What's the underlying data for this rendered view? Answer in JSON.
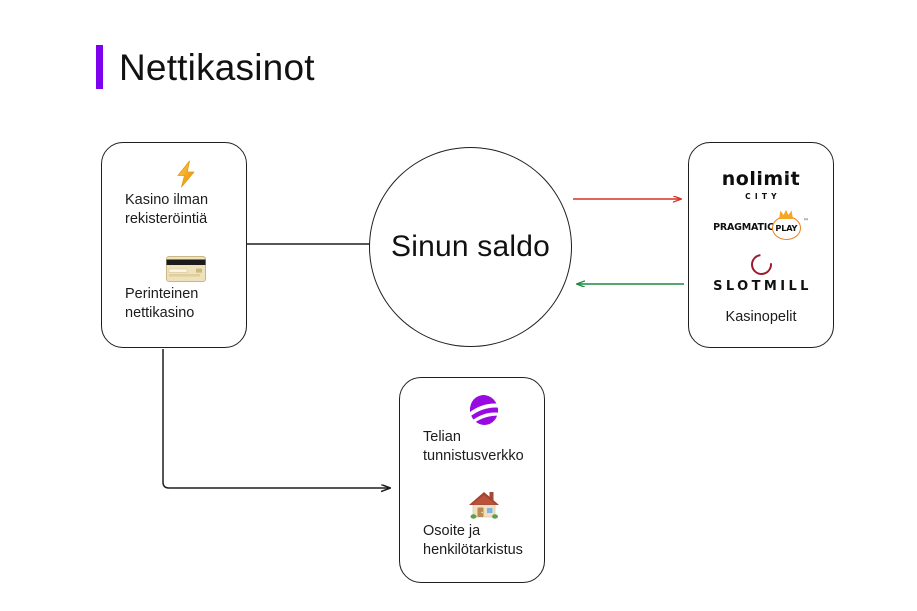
{
  "page": {
    "title": "Nettikasinot",
    "accent_color": "#7d00ef",
    "background": "#ffffff"
  },
  "diagram": {
    "type": "flow-diagram",
    "nodes": [
      {
        "id": "deposit-methods",
        "shape": "rounded-rect",
        "items": [
          {
            "icon": "lightning-bolt-icon",
            "label": "Kasino ilman\nrekisteröintiä"
          },
          {
            "icon": "credit-card-icon",
            "label": "Perinteinen\nnettikasino"
          }
        ]
      },
      {
        "id": "balance",
        "shape": "circle",
        "label": "Sinun\nsaldo"
      },
      {
        "id": "casino-games",
        "shape": "rounded-rect",
        "caption": "Kasinopelit",
        "logos": [
          {
            "icon": "nolimit-city-logo",
            "main": "nolimit",
            "sub": "CITY"
          },
          {
            "icon": "pragmatic-play-logo",
            "word": "PRAGMATIC",
            "badge": "PLAY",
            "tm": "™",
            "color": "#ef7f1a"
          },
          {
            "icon": "slotmill-logo",
            "word": "SLOTMILL",
            "color": "#9e1b2f"
          }
        ]
      },
      {
        "id": "verification",
        "shape": "rounded-rect",
        "items": [
          {
            "icon": "telia-logo-icon",
            "label": "Telian\ntunnistusverkko"
          },
          {
            "icon": "house-icon",
            "label": "Osoite ja\nhenkilötarkistus"
          }
        ]
      }
    ],
    "connectors": [
      {
        "from": "deposit-methods",
        "to": "balance",
        "style": "plain",
        "color": "#1f1f1f",
        "arrow": false
      },
      {
        "from": "balance",
        "to": "casino-games",
        "style": "arrow",
        "color": "#d93025",
        "arrow": true
      },
      {
        "from": "casino-games",
        "to": "balance",
        "style": "arrow",
        "color": "#1e8a3e",
        "arrow": true
      },
      {
        "from": "deposit-methods",
        "to": "verification",
        "style": "arrow",
        "color": "#1f1f1f",
        "arrow": true
      }
    ]
  }
}
